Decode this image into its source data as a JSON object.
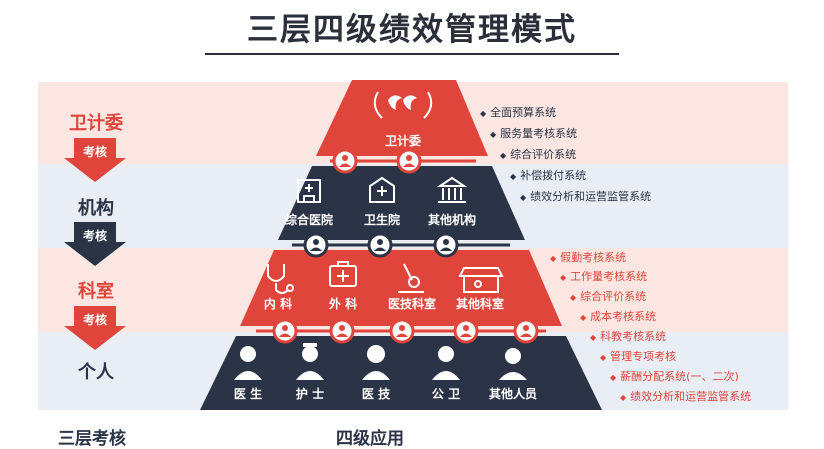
{
  "title": "三层四级绩效管理模式",
  "left_levels": {
    "top": "卫计委",
    "institution": "机构",
    "department": "科室",
    "individual": "个人",
    "arrow_label": "考核"
  },
  "pyramid": {
    "apex": {
      "label": "卫计委",
      "icon": "health-commission-logo"
    },
    "institutions": [
      {
        "label": "综合医院",
        "icon": "hospital-icon"
      },
      {
        "label": "卫生院",
        "icon": "health-center-icon"
      },
      {
        "label": "其他机构",
        "icon": "institution-building-icon"
      }
    ],
    "departments": [
      {
        "label": "内 科",
        "icon": "stethoscope-icon"
      },
      {
        "label": "外 科",
        "icon": "first-aid-kit-icon"
      },
      {
        "label": "医技科室",
        "icon": "microscope-icon"
      },
      {
        "label": "其他科室",
        "icon": "shop-awning-icon"
      }
    ],
    "individuals": [
      {
        "label": "医 生",
        "icon": "doctor-icon"
      },
      {
        "label": "护 士",
        "icon": "nurse-icon"
      },
      {
        "label": "医 技",
        "icon": "technician-icon"
      },
      {
        "label": "公 卫",
        "icon": "public-health-worker-icon"
      },
      {
        "label": "其他人员",
        "icon": "other-staff-icon"
      }
    ]
  },
  "systems_top": [
    "全面预算系统",
    "服务量考核系统",
    "综合评价系统",
    "补偿拨付系统",
    "绩效分析和运营监管系统"
  ],
  "systems_bottom": [
    "假勤考核系统",
    "工作量考核系统",
    "综合评价系统",
    "成本考核系统",
    "科教考核系统",
    "管理专项考核",
    "薪酬分配系统(一、二次)",
    "绩效分析和运营监管系统"
  ],
  "bottom_labels": {
    "left": "三层考核",
    "center": "四级应用"
  },
  "colors": {
    "red": "#e0453b",
    "navy": "#2b3447",
    "band_red": "#fbe6e2",
    "band_blue": "#e9eef5"
  }
}
